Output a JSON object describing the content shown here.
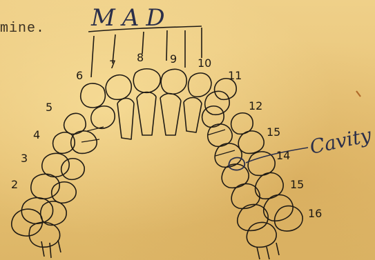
{
  "document": {
    "typed_text": "mine.",
    "handwritten_top": "MAD",
    "handwritten_note": "Cavity"
  },
  "tooth_numbers": {
    "n6": "6",
    "n7": "7",
    "n8": "8",
    "n9": "9",
    "n10": "10",
    "n11": "11",
    "n12": "12",
    "n15a": "15",
    "n14": "14",
    "n15b": "15",
    "n16": "16",
    "n5": "5",
    "n4": "4",
    "n3": "3",
    "n2": "2"
  },
  "colors": {
    "paper": "#e9c67a",
    "ink": "#1f1a14",
    "pen_ink": "#2b2f4a"
  }
}
